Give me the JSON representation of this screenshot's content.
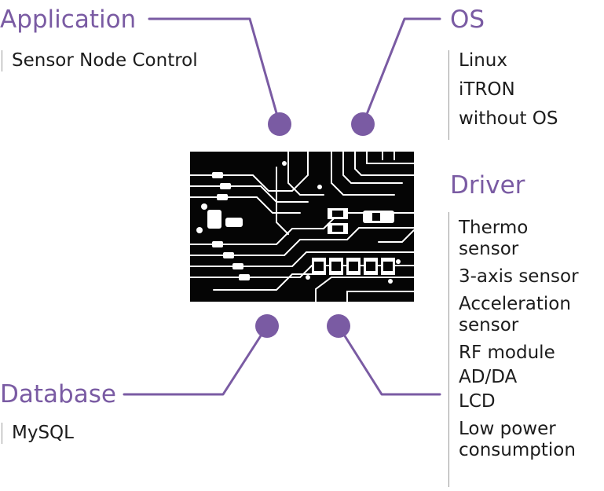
{
  "colors": {
    "accent": "#7a5ba3",
    "text": "#1c1c1c",
    "pcb": "#050505",
    "pcb_trace": "#ffffff"
  },
  "center_image": {
    "description_icon": "circuit-board-icon"
  },
  "sections": {
    "application": {
      "heading": "Application",
      "items": [
        "Sensor Node Control"
      ]
    },
    "os": {
      "heading": "OS",
      "items": [
        "Linux",
        "iTRON",
        "without OS"
      ]
    },
    "driver": {
      "heading": "Driver",
      "items": [
        "Thermo",
        "sensor",
        "3-axis sensor",
        "Acceleration",
        "sensor",
        "RF module",
        "AD/DA",
        "LCD",
        "Low power",
        "consumption"
      ]
    },
    "database": {
      "heading": "Database",
      "items": [
        "MySQL"
      ]
    }
  }
}
